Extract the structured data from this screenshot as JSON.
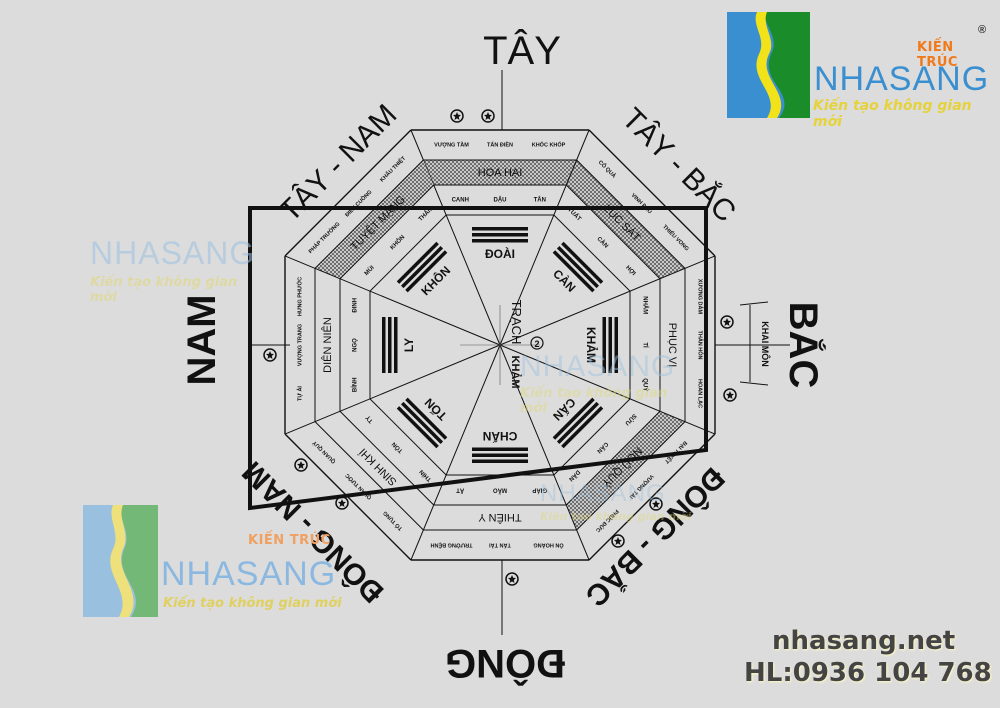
{
  "directions": {
    "top": "TÂY",
    "right": "BẮC",
    "bottom": "ĐÔNG",
    "left": "NAM",
    "top_left": "TÂY - NAM",
    "top_right": "TÂY - BẮC",
    "bottom_right": "ĐÔNG - BẮC",
    "bottom_left": "ĐÔNG - NAM"
  },
  "center": {
    "trach_label": "TRẠCH",
    "trach_value": "KHẢM",
    "marker": "2"
  },
  "trigrams": {
    "top": "ĐOÀI",
    "top_right": "CÀN",
    "right": "KHẢM",
    "bottom_right": "CẤN",
    "bottom": "CHẤN",
    "bottom_left": "TỐN",
    "left": "LY",
    "top_left": "KHÔN"
  },
  "stars": {
    "top": "HỌA HẠI",
    "top_right": "LỤC SÁT",
    "right": "PHỤC VỊ",
    "bottom_right": "NGŨ QUỶ",
    "bottom": "THIÊN Y",
    "bottom_left": "SINH KHÍ",
    "left": "DIÊN NIÊN",
    "top_left": "TUYỆT MẠNG"
  },
  "mountains": {
    "top": [
      "CANH",
      "DẬU",
      "TÂN"
    ],
    "top_right": [
      "TUẤT",
      "CÀN",
      "HỢI"
    ],
    "right": [
      "NHÂM",
      "TÍ",
      "QUÝ"
    ],
    "bottom_right": [
      "SỬU",
      "CẤN",
      "DẦN"
    ],
    "bottom": [
      "GIÁP",
      "MÃO",
      "ẤT"
    ],
    "bottom_left": [
      "THÌN",
      "TỐN",
      "TỴ"
    ],
    "left": [
      "BÍNH",
      "NGỌ",
      "ĐINH"
    ],
    "top_left": [
      "MÙI",
      "KHÔN",
      "THÂN"
    ]
  },
  "outer_ring": {
    "top": [
      "VƯỢNG TẦM",
      "TẤN ĐIỀN",
      "KHỐC KHỐP"
    ],
    "top_right": [
      "CÔ QUẢ",
      "VINH PHÚ",
      "THIẾU VONG"
    ],
    "right": [
      "XƯƠNG DÂM",
      "THÂN HÔN",
      "HOAN LẠC"
    ],
    "bottom_right": [
      "BẠI TUYỆT",
      "VƯỢNG TÀI",
      "PHÚC ĐỨC"
    ],
    "bottom": [
      "ÔN HOÀNG",
      "TẤN TÀI",
      "TRƯỜNG BỆNH"
    ],
    "bottom_left": [
      "TỐ TỤNG",
      "QUAN TƯỚC",
      "QUAN QUÝ"
    ],
    "left": [
      "TỰ ẢI",
      "VƯỢNG TRANG",
      "HƯNG PHƯỚC"
    ],
    "top_left": [
      "PHÁP TRƯỜNG",
      "ĐIÊN CUỒNG",
      "KHẨU THIỆT"
    ]
  },
  "door": {
    "label": "KHAI MÔN"
  },
  "branding": {
    "kien_truc": "KIẾN TRÚC",
    "name": "NHASANG",
    "slogan": "Kiến tạo không gian mới",
    "registered": "®",
    "website": "nhasang.net",
    "hotline": "HL:0936 104 768"
  },
  "colors": {
    "background": "#dcdcdc",
    "ink": "#111111",
    "hatch": "#8a8a8a",
    "logo_blue": "#3a8fd0",
    "logo_green": "#1a8c2a",
    "logo_yellow": "#f2e21a",
    "logo_orange": "#f07a1a"
  }
}
